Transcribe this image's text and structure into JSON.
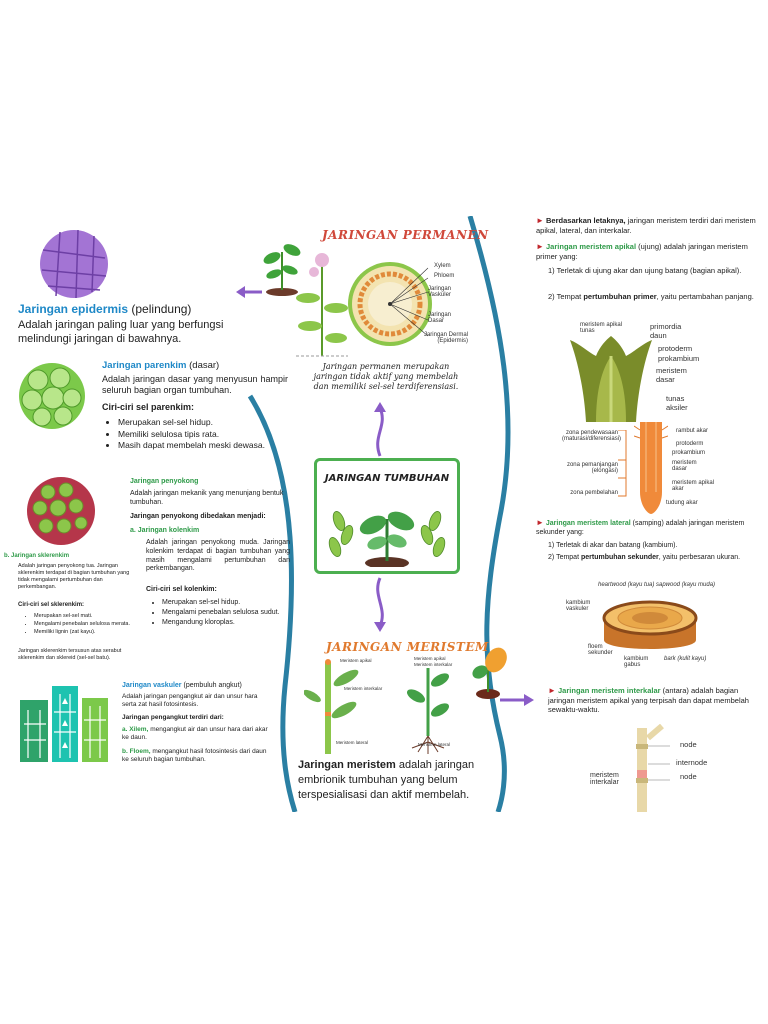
{
  "center": {
    "main_title": "JARINGAN TUMBUHAN",
    "permanen_title": "JARINGAN PERMANEN",
    "permanen_desc": "Jaringan permanen merupakan jaringan tidak aktif yang membelah dan memiliki sel-sel terdiferensiasi.",
    "meristem_title": "JARINGAN MERISTEM",
    "meristem_desc_bold": "Jaringan meristem",
    "meristem_desc_rest": "adalah jaringan embrionik tumbuhan yang belum terspesialisasi dan aktif membelah.",
    "cross_labels": [
      "Xylem",
      "Phloem",
      "Jaringan Vaskuler",
      "Jaringan Dasar",
      "Jaringan Dermal (Epidermis)"
    ],
    "meristem_img_labels": [
      "Meristem apikal",
      "Meristem interkalar",
      "Meristem lateral",
      "Meristem apikal",
      "Meristem interkalar",
      "Meristem lateral"
    ]
  },
  "left": {
    "epidermis_title": "Jaringan epidermis",
    "epidermis_sub": "(pelindung)",
    "epidermis_desc": "Adalah jaringan paling luar yang berfungsi melindungi jaringan di bawahnya.",
    "parenkim_title": "Jaringan parenkim",
    "parenkim_sub": "(dasar)",
    "parenkim_desc": "Adalah jaringan dasar yang menyusun hampir seluruh bagian organ tumbuhan.",
    "parenkim_ciri_title": "Ciri-ciri sel parenkim:",
    "parenkim_ciri": [
      "Merupakan sel-sel hidup.",
      "Memiliki selulosa tipis rata.",
      "Masih dapat membelah meski dewasa."
    ],
    "penyokong_title": "Jaringan penyokong",
    "penyokong_desc": "Adalah jaringan mekanik yang menunjang bentuk tumbuhan.",
    "penyokong_divide": "Jaringan penyokong dibedakan menjadi:",
    "kolenkim_title": "a.  Jaringan kolenkim",
    "kolenkim_desc": "Adalah jaringan penyokong muda. Jaringan kolenkim terdapat di bagian tumbuhan yang masih mengalami pertumbuhan dan perkembangan.",
    "kolenkim_ciri_title": "Ciri-ciri sel kolenkim:",
    "kolenkim_ciri": [
      "Merupakan sel-sel hidup.",
      "Mengalami penebalan selulosa sudut.",
      "Mengandung kloroplas."
    ],
    "sklerenkim_title": "b.  Jaringan sklerenkim",
    "sklerenkim_desc": "Adalah jaringan penyokong tua. Jaringan sklerenkim terdapat di bagian tumbuhan yang tidak mengalami pertumbuhan dan perkembangan.",
    "sklerenkim_ciri_title": "Ciri-ciri sel sklerenkim:",
    "sklerenkim_ciri": [
      "Merupakan sel-sel mati.",
      "Mengalami penebalan selulosa merata.",
      "Memiliki lignin (zat kayu)."
    ],
    "sklerenkim_note": "Jaringan sklerenkim tersusun atas serabut sklerenkim dan sklereid (sel-sel batu).",
    "vaskuler_title": "Jaringan vaskuler",
    "vaskuler_sub": "(pembuluh angkut)",
    "vaskuler_desc": "Adalah jaringan pengangkut air dan unsur hara serta zat hasil fotosintesis.",
    "vaskuler_terdiri": "Jaringan pengangkut terdiri dari:",
    "xilem_label": "a.  Xilem,",
    "xilem_desc": "mengangkut air dan unsur hara dari akar ke daun.",
    "floem_label": "b.  Floem,",
    "floem_desc": "mengangkut hasil fotosintesis dari daun ke seluruh bagian tumbuhan."
  },
  "right": {
    "intro_bold": "Berdasarkan letaknya,",
    "intro_rest": "jaringan meristem terdiri dari meristem apikal, lateral, dan interkalar.",
    "apikal_title": "Jaringan meristem apikal",
    "apikal_sub": "(ujung)",
    "apikal_desc": "adalah jaringan meristem primer yang:",
    "apikal_points": [
      {
        "num": "1)",
        "text": "Terletak di ujung akar dan ujung batang (bagian apikal)."
      },
      {
        "num": "2)",
        "text_a": "Tempat",
        "bold": "pertumbuhan primer",
        "text_b": ", yaitu pertambahan panjang."
      }
    ],
    "apikal_labels": [
      "meristem apikal tunas",
      "primordia daun",
      "protoderm",
      "prokambium",
      "meristem dasar",
      "tunas aksiler"
    ],
    "akar_labels": [
      "zona pendewasaan (maturasi/diferensiasi)",
      "zona pemanjangan (elongasi)",
      "zona pembelahan",
      "rambut akar",
      "protoderm",
      "prokambium",
      "meristem dasar",
      "meristem apikal akar",
      "tudung akar"
    ],
    "lateral_title": "Jaringan meristem lateral",
    "lateral_sub": "(samping)",
    "lateral_desc": "adalah jaringan meristem sekunder yang:",
    "lateral_points": [
      {
        "num": "1)",
        "text": "Terletak di akar dan batang (kambium)."
      },
      {
        "num": "2)",
        "text_a": "Tempat",
        "bold": "pertumbuhan sekunder",
        "text_b": ", yaitu perbesaran ukuran."
      }
    ],
    "kayu_labels": [
      "heartwood (kayu tua)",
      "sapwood (kayu muda)",
      "kambium vaskuler",
      "floem sekunder",
      "kambium gabus",
      "bark (kulit kayu)"
    ],
    "interkalar_title": "Jaringan meristem interkalar",
    "interkalar_sub": "(antara)",
    "interkalar_desc": "adalah bagian jaringan meristem apikal yang terpisah dan dapat membelah sewaktu-waktu.",
    "node_labels": [
      "node",
      "internode",
      "node",
      "meristem interkalar"
    ]
  },
  "colors": {
    "blue": "#1e88c7",
    "green": "#2e9a48",
    "red_bullet": "#c1272d",
    "teal_curve": "#2a7fa3",
    "purple_arrow": "#8a5cc7"
  }
}
